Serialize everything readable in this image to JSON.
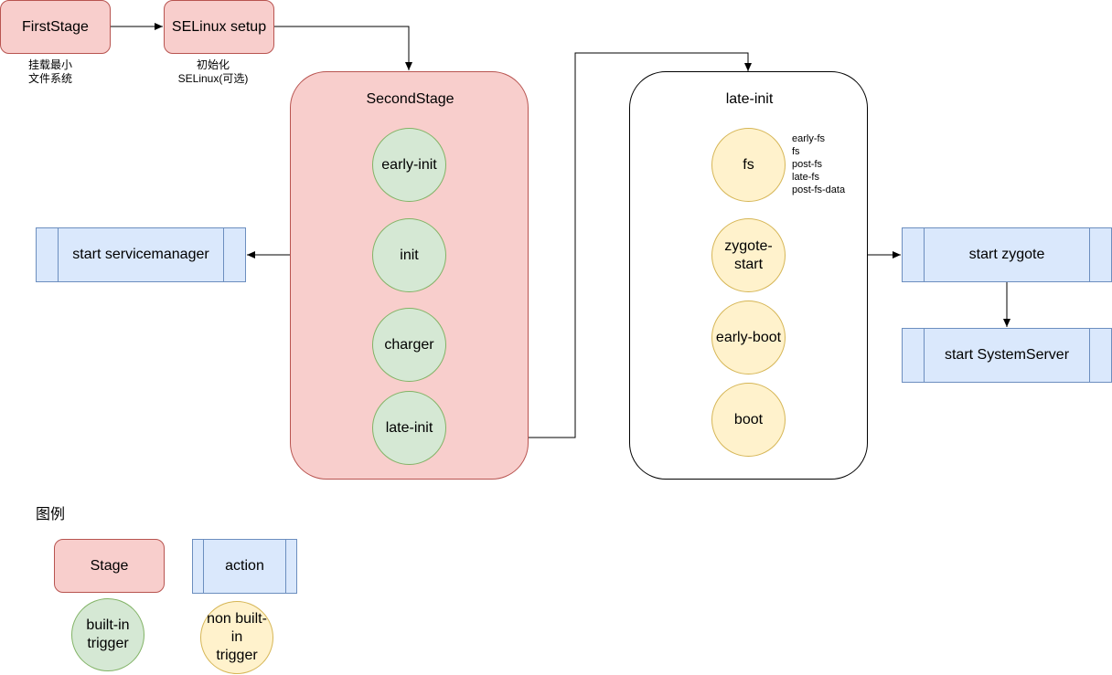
{
  "first_stage": {
    "label": "FirstStage",
    "note_line1": "挂载最小",
    "note_line2": "文件系统"
  },
  "selinux": {
    "label": "SELinux setup",
    "note_line1": "初始化",
    "note_line2": "SELinux(可选)"
  },
  "second_stage": {
    "title": "SecondStage",
    "triggers": [
      "early-init",
      "init",
      "charger",
      "late-init"
    ]
  },
  "late_init": {
    "title": "late-init",
    "triggers": [
      {
        "line1": "fs",
        "line2": ""
      },
      {
        "line1": "zygote-",
        "line2": "start"
      },
      {
        "line1": "early-boot",
        "line2": ""
      },
      {
        "line1": "boot",
        "line2": ""
      }
    ],
    "fs_notes": [
      "early-fs",
      "fs",
      "post-fs",
      "late-fs",
      "post-fs-data"
    ]
  },
  "actions": {
    "servicemanager": "start servicemanager",
    "zygote": "start zygote",
    "systemserver": "start SystemServer"
  },
  "legend": {
    "title": "图例",
    "stage": "Stage",
    "action": "action",
    "builtin_line1": "built-in",
    "builtin_line2": "trigger",
    "nonbuiltin_line1": "non built-",
    "nonbuiltin_line2": "in",
    "nonbuiltin_line3": "trigger"
  },
  "colors": {
    "stage_fill": "#f8cecc",
    "stage_stroke": "#b85450",
    "builtin_fill": "#d5e8d4",
    "builtin_stroke": "#82b366",
    "nonbuiltin_fill": "#fff2cc",
    "nonbuiltin_stroke": "#d6b656",
    "action_fill": "#dae8fc",
    "action_stroke": "#6c8ebf"
  }
}
